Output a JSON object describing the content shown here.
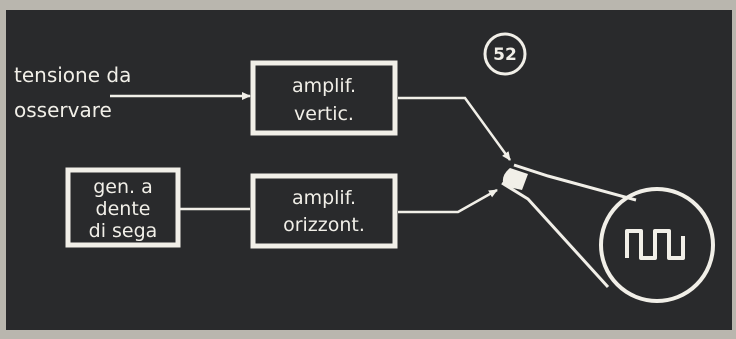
{
  "figure_number": "52",
  "input_label": {
    "line1": "tensione da",
    "line2": "osservare"
  },
  "blocks": {
    "vertical_amp": {
      "line1": "amplif.",
      "line2": "vertic."
    },
    "horizontal_amp": {
      "line1": "amplif.",
      "line2": "orizzont."
    },
    "sawtooth_gen": {
      "line1": "gen. a",
      "line2": "dente",
      "line3": "di sega"
    }
  },
  "colors": {
    "background": "#292a2c",
    "ink": "#f1efe8",
    "frame": "#b9b6ae"
  },
  "icons": [
    "arrow-icon",
    "cathode-ray-tube-icon",
    "square-wave-icon"
  ]
}
